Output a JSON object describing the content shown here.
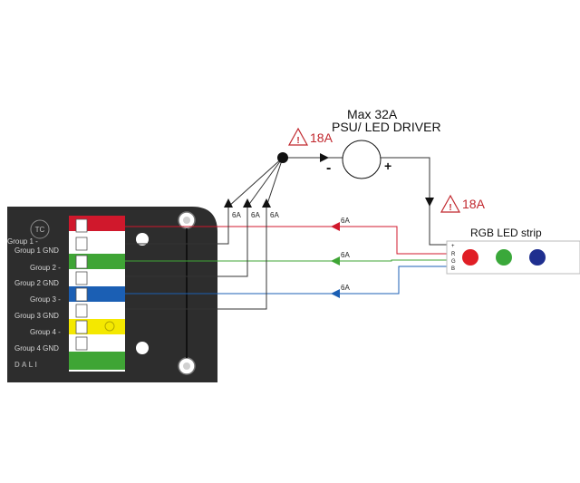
{
  "psu": {
    "max_label": "Max 32A",
    "name_label": "PSU/ LED DRIVER",
    "minus": "-",
    "plus": "+"
  },
  "warnings": {
    "psu_input": "18A",
    "strip_feed": "18A"
  },
  "fuses": {
    "labels": [
      "6A",
      "6A",
      "6A"
    ]
  },
  "return_lines": {
    "red": "6A",
    "green": "6A",
    "blue": "6A"
  },
  "strip": {
    "title": "RGB LED strip",
    "pins": [
      "+",
      "R",
      "G",
      "B"
    ]
  },
  "controller": {
    "badge": "TC",
    "logo": "DALI",
    "labels": [
      "Group 1 -",
      "Group 1 GND",
      "Group 2 -",
      "Group 2 GND",
      "Group 3 -",
      "Group 3 GND",
      "Group 4 -",
      "Group 4 GND"
    ]
  },
  "colors": {
    "red": "#d0182c",
    "green": "#3fa535",
    "blue": "#1b5fb4",
    "yellow": "#f4e800",
    "warning_red": "#c1272d",
    "board": "#2d2d2d",
    "blue_dot": "#1f2f8f",
    "green_dot": "#3aa83a",
    "red_dot": "#e01e25"
  }
}
